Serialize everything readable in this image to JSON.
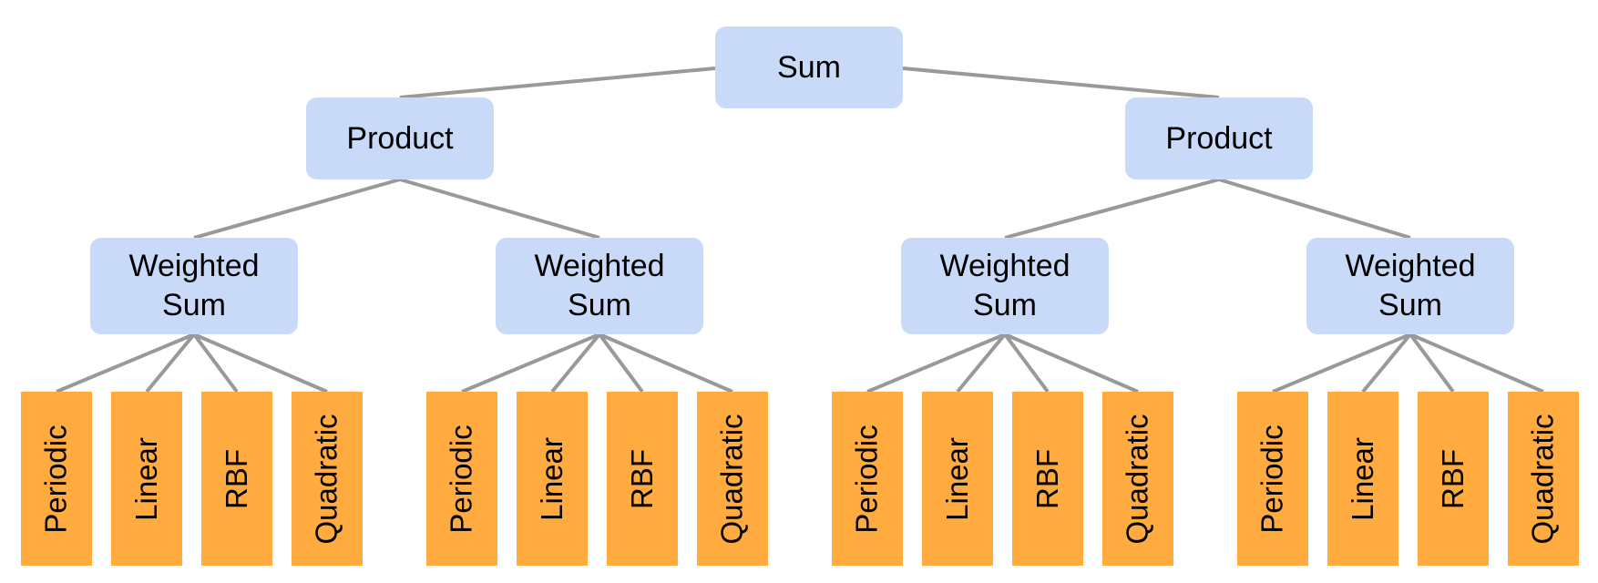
{
  "colors": {
    "operator_fill": "#c9daf8",
    "kernel_fill": "#ffab40",
    "edge": "#999999"
  },
  "tree": {
    "label": "Sum",
    "children": [
      {
        "label": "Product",
        "children": [
          {
            "label_lines": [
              "Weighted",
              "Sum"
            ],
            "kernels": [
              "Periodic",
              "Linear",
              "RBF",
              "Quadratic"
            ]
          },
          {
            "label_lines": [
              "Weighted",
              "Sum"
            ],
            "kernels": [
              "Periodic",
              "Linear",
              "RBF",
              "Quadratic"
            ]
          }
        ]
      },
      {
        "label": "Product",
        "children": [
          {
            "label_lines": [
              "Weighted",
              "Sum"
            ],
            "kernels": [
              "Periodic",
              "Linear",
              "RBF",
              "Quadratic"
            ]
          },
          {
            "label_lines": [
              "Weighted",
              "Sum"
            ],
            "kernels": [
              "Periodic",
              "Linear",
              "RBF",
              "Quadratic"
            ]
          }
        ]
      }
    ]
  }
}
